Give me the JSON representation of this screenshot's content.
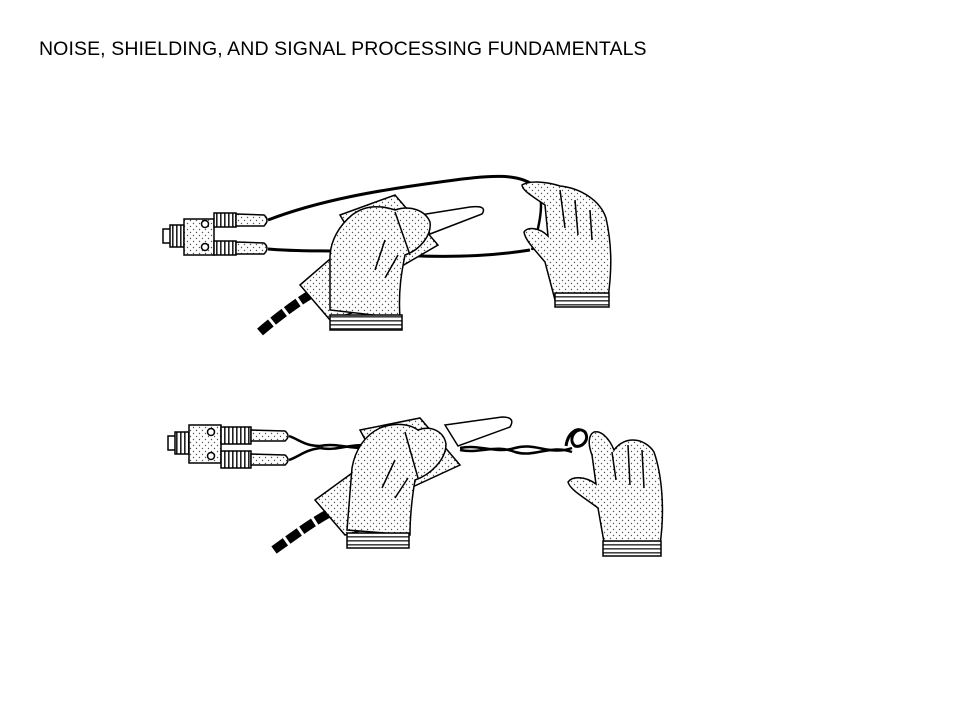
{
  "slide": {
    "title": "NOISE, SHIELDING, AND SIGNAL PROCESSING FUNDAMENTALS"
  },
  "figures": [
    {
      "depiction": "untwisted-loop-leads",
      "icons": [
        "bnc-connector-icon",
        "probe-hand-icon",
        "fingertip-hand-icon"
      ]
    },
    {
      "depiction": "twisted-pair-leads",
      "icons": [
        "bnc-connector-icon",
        "probe-hand-icon",
        "fingertip-hand-icon"
      ]
    }
  ],
  "colors": {
    "ink": "#000000",
    "background": "#ffffff",
    "hand_stipple": "#8a8a8a"
  }
}
